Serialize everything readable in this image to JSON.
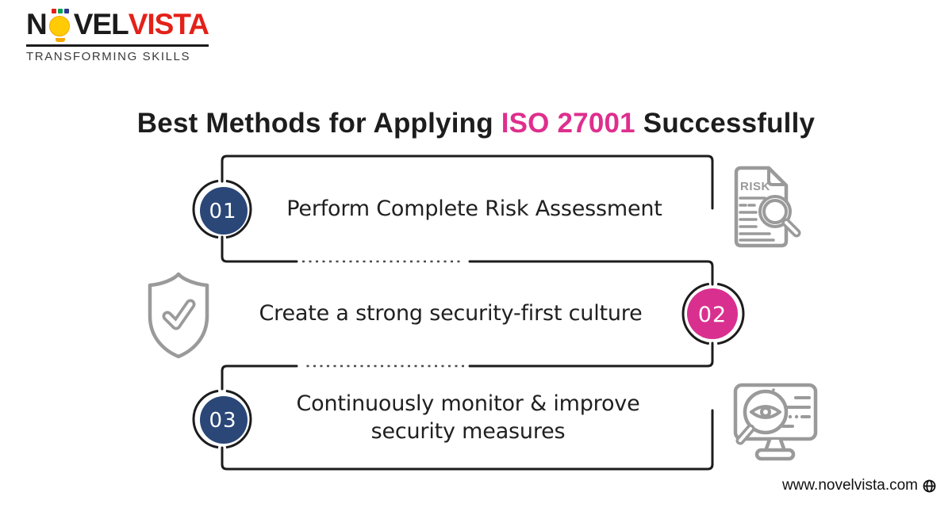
{
  "logo": {
    "part1": "N",
    "part2": "VEL",
    "part3": "VISTA",
    "tagline": "TRANSFORMING SKILLS"
  },
  "title": {
    "prefix": "Best Methods for Applying ",
    "accent": "ISO 27001",
    "suffix": " Successfully"
  },
  "steps": [
    {
      "number": "01",
      "label": "Perform Complete Risk Assessment",
      "accent": "navy",
      "icon": "risk-document-icon"
    },
    {
      "number": "02",
      "label": "Create a strong security-first culture",
      "accent": "pink",
      "icon": "shield-check-icon"
    },
    {
      "number": "03",
      "label": "Continuously monitor & improve\nsecurity measures",
      "accent": "navy",
      "icon": "monitor-eye-icon"
    }
  ],
  "icons": {
    "risk_doc_label": "RISK"
  },
  "footer": {
    "website": "www.novelvista.com"
  },
  "colors": {
    "navy": "#2B4778",
    "pink": "#D93090",
    "title_accent": "#DE2F8D",
    "logo_red": "#E32119",
    "line": "#1C1C1C",
    "icon_gray": "#9A9A9A"
  }
}
